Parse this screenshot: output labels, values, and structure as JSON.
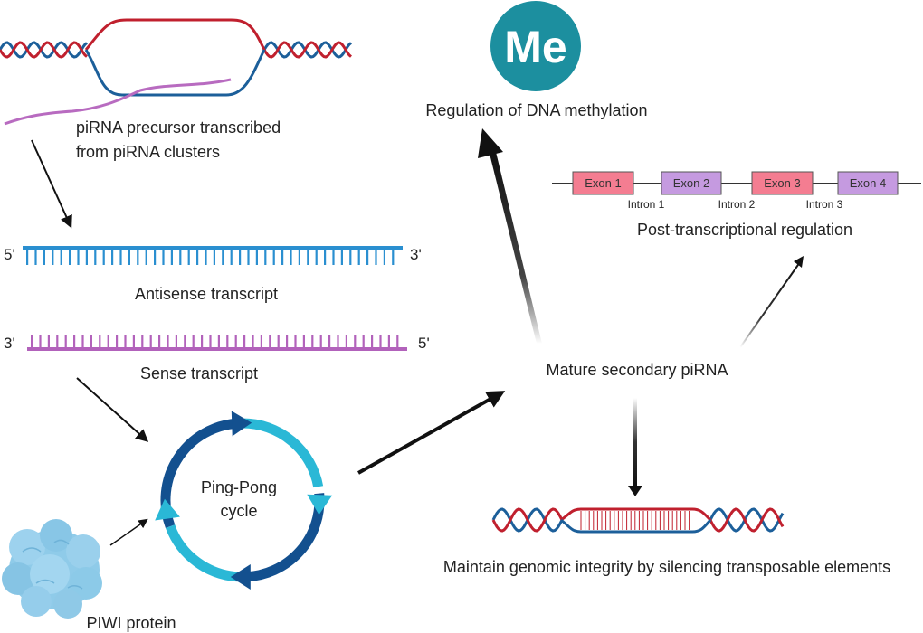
{
  "labels": {
    "precursor_line1": "piRNA precursor transcribed",
    "precursor_line2": "from piRNA clusters",
    "antisense": "Antisense transcript",
    "sense": "Sense transcript",
    "piwi": "PIWI protein",
    "pingpong_line1": "Ping-Pong",
    "pingpong_line2": "cycle",
    "mature": "Mature secondary piRNA",
    "methylation": "Regulation of DNA methylation",
    "me_icon": "Me",
    "post_transcriptional": "Post-transcriptional regulation",
    "maintain": "Maintain genomic integrity by silencing transposable elements"
  },
  "strand_ends": {
    "antisense_left": "5'",
    "antisense_right": "3'",
    "sense_left": "3'",
    "sense_right": "5'"
  },
  "gene": {
    "exons": [
      "Exon 1",
      "Exon 2",
      "Exon 3",
      "Exon 4"
    ],
    "introns": [
      "Intron 1",
      "Intron 2",
      "Intron 3"
    ]
  },
  "colors": {
    "dna_red": "#c0202e",
    "dna_blue": "#1c5f9a",
    "rna_purple": "#b86bc0",
    "antisense_blue": "#2a8fd0",
    "sense_purple": "#b262bb",
    "cycle_dark": "#13508f",
    "cycle_light": "#2ab8d6",
    "me_teal": "#1c8f9f",
    "exon_pink": "#f47d91",
    "exon_purple": "#c59ae0",
    "piwi_blue": "#8fcbe9"
  },
  "icons": {
    "methyl": "methyl-group-icon",
    "protein": "piwi-protein-icon",
    "dna": "dna-double-helix-icon"
  }
}
